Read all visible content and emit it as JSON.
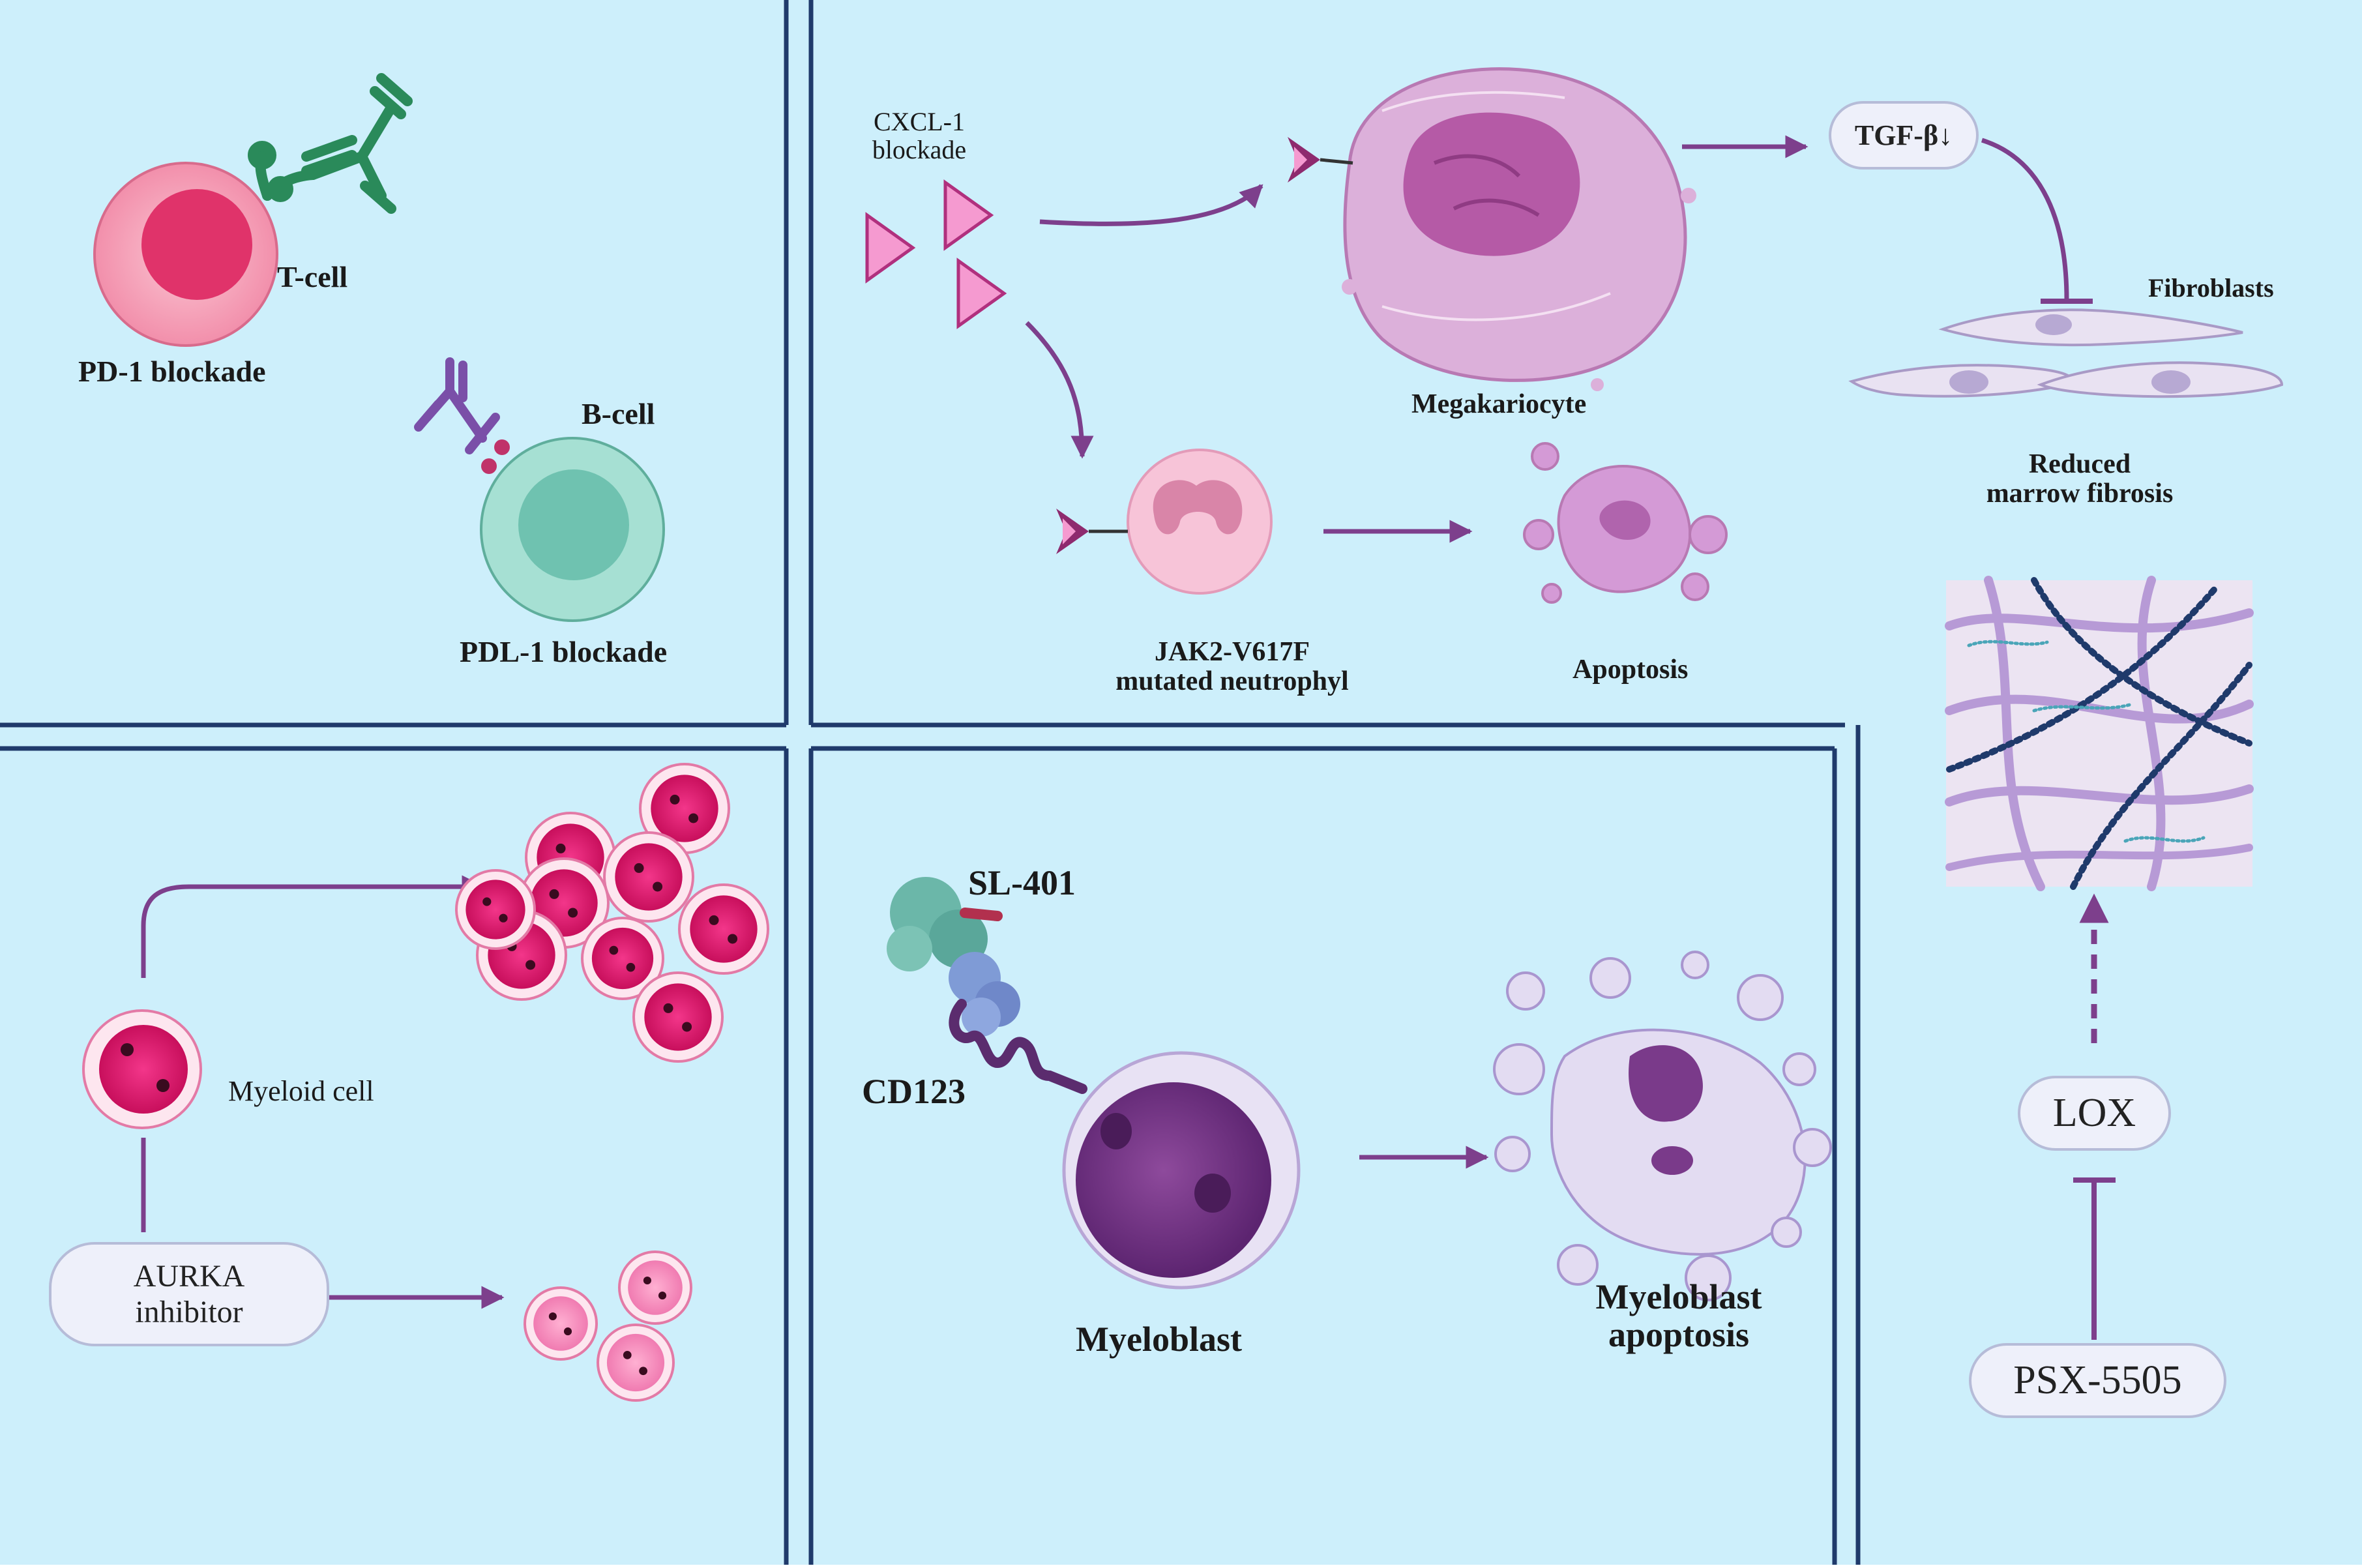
{
  "panels": {
    "checkpoint": {
      "t_cell_label": "T-cell",
      "pd1_label": "PD-1 blockade",
      "b_cell_label": "B-cell",
      "pdl1_label": "PDL-1 blockade"
    },
    "cxcl1": {
      "blockade_label": "CXCL-1\nblockade",
      "megakaryocyte_label": "Megakariocyte",
      "neutrophil_label": "JAK2-V617F\nmutated neutrophyl",
      "apoptosis_label": "Apoptosis",
      "tgf_label": "TGF-β↓",
      "fibroblasts_label": "Fibroblasts",
      "reduced_fibrosis_label": "Reduced\nmarrow fibrosis"
    },
    "aurka": {
      "myeloid_label": "Myeloid cell",
      "inhibitor_label": "AURKA\ninhibitor"
    },
    "cd123": {
      "sl401_label": "SL-401",
      "cd123_label": "CD123",
      "myeloblast_label": "Myeloblast",
      "myeloblast_apoptosis_label": "Myeloblast\napoptosis"
    },
    "lox": {
      "lox_label": "LOX",
      "psx_label": "PSX-5505"
    }
  },
  "colors": {
    "panel_fill": "#cdeffb",
    "border": "#1f3a6b",
    "arrow": "#7d3f8c",
    "t_cell_outer": "#f6a9bb",
    "t_cell_nucleus": "#e0336a",
    "antibody_green": "#2a8a5a",
    "antibody_purple": "#7a4fa8",
    "b_cell": "#8fd3c4",
    "megakaryocyte": "#d9a8d6",
    "megakaryocyte_nucleus": "#b55aa6",
    "ligand_pink": "#f59ad0",
    "myeloid": "#e0156e",
    "myeloblast": "#7a3a8a",
    "fiber": "#b79ad6",
    "fiber_dark": "#1f3a6b"
  }
}
